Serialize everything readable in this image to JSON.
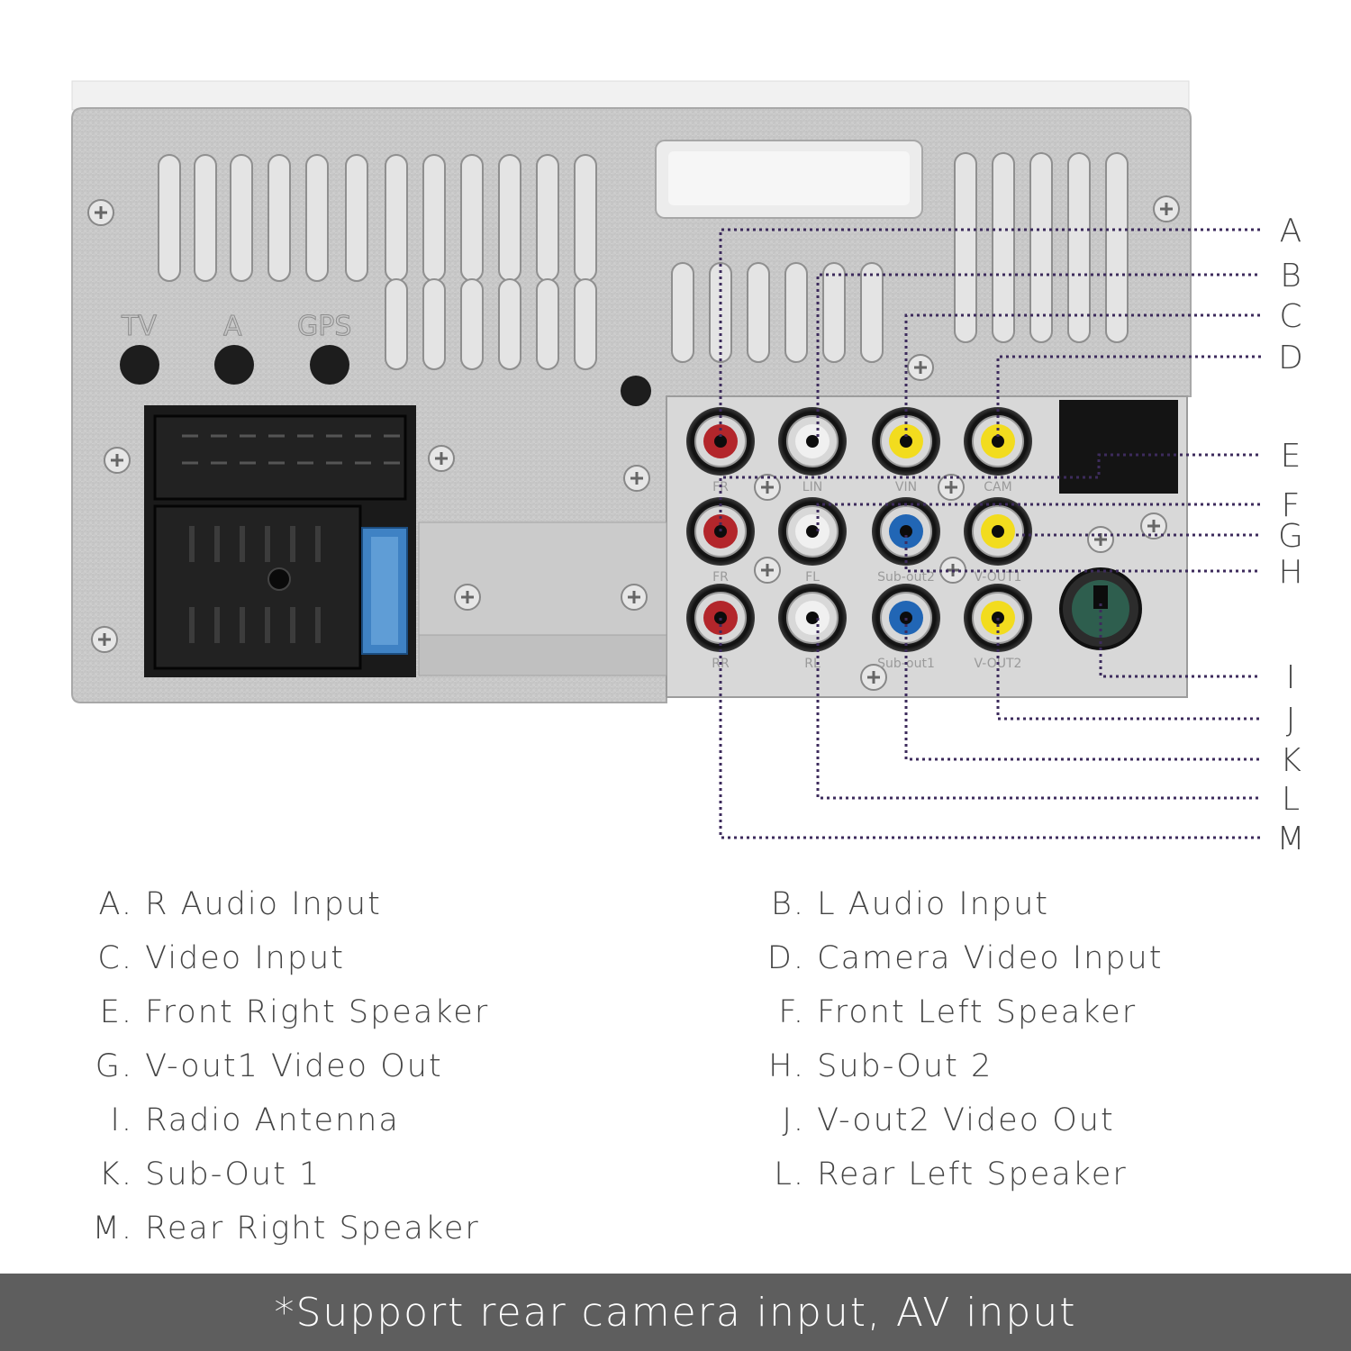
{
  "panel": {
    "top_labels": [
      "TV",
      "A",
      "GPS"
    ]
  },
  "ports": {
    "row1": [
      "FR",
      "LIN",
      "VIN",
      "CAM"
    ],
    "row2": [
      "FR",
      "FL",
      "Sub-out2",
      "V-OUT1"
    ],
    "row3": [
      "RR",
      "RL",
      "Sub-out1",
      "V-OUT2"
    ]
  },
  "callouts": [
    "A",
    "B",
    "C",
    "D",
    "E",
    "F",
    "G",
    "H",
    "I",
    "J",
    "K",
    "L",
    "M"
  ],
  "legend": [
    {
      "letter": "A.",
      "text": "R Audio Input"
    },
    {
      "letter": "B.",
      "text": "L Audio Input"
    },
    {
      "letter": "C.",
      "text": "Video Input"
    },
    {
      "letter": "D.",
      "text": "Camera Video Input"
    },
    {
      "letter": "E.",
      "text": "Front Right Speaker"
    },
    {
      "letter": "F.",
      "text": "Front Left Speaker"
    },
    {
      "letter": "G.",
      "text": "V-out1 Video Out"
    },
    {
      "letter": "H.",
      "text": "Sub-Out 2"
    },
    {
      "letter": "I.",
      "text": "Radio Antenna"
    },
    {
      "letter": "J.",
      "text": "V-out2 Video Out"
    },
    {
      "letter": "K.",
      "text": "Sub-Out 1"
    },
    {
      "letter": "L.",
      "text": "Rear Left Speaker"
    },
    {
      "letter": "M.",
      "text": "Rear Right Speaker"
    }
  ],
  "footer": "*Support rear camera input, AV input",
  "colors": {
    "leader_line": "#3d2b5c",
    "rca_red": "#b3262b",
    "rca_white": "#f0f0f0",
    "rca_yellow": "#f2dc1e",
    "rca_blue": "#2166b5",
    "antenna_green": "#2e5e4e",
    "fuse_blue": "#3f82c4",
    "footer_bg": "#5e5e5e"
  }
}
